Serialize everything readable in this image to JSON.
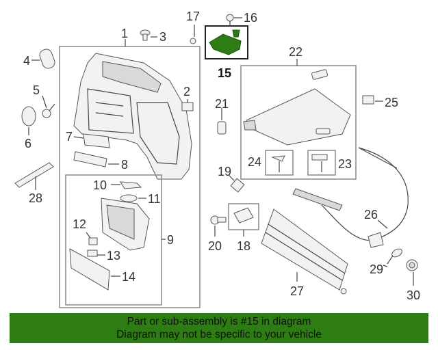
{
  "callouts": {
    "n1": "1",
    "n2": "2",
    "n3": "3",
    "n4": "4",
    "n5": "5",
    "n6": "6",
    "n7": "7",
    "n8": "8",
    "n9": "9",
    "n10": "10",
    "n11": "11",
    "n12": "12",
    "n13": "13",
    "n14": "14",
    "n15": "15",
    "n16": "16",
    "n17": "17",
    "n18": "18",
    "n19": "19",
    "n20": "20",
    "n21": "21",
    "n22": "22",
    "n23": "23",
    "n24": "24",
    "n25": "25",
    "n26": "26",
    "n27": "27",
    "n28": "28",
    "n29": "29",
    "n30": "30"
  },
  "highlight_part": "15",
  "colors": {
    "highlight": "#2e7d14",
    "banner_bg": "#2e7d14",
    "line": "#444444"
  },
  "banner": {
    "line1": "Part or sub-assembly is #15 in diagram",
    "line2": "Diagram may not be specific to your vehicle"
  }
}
